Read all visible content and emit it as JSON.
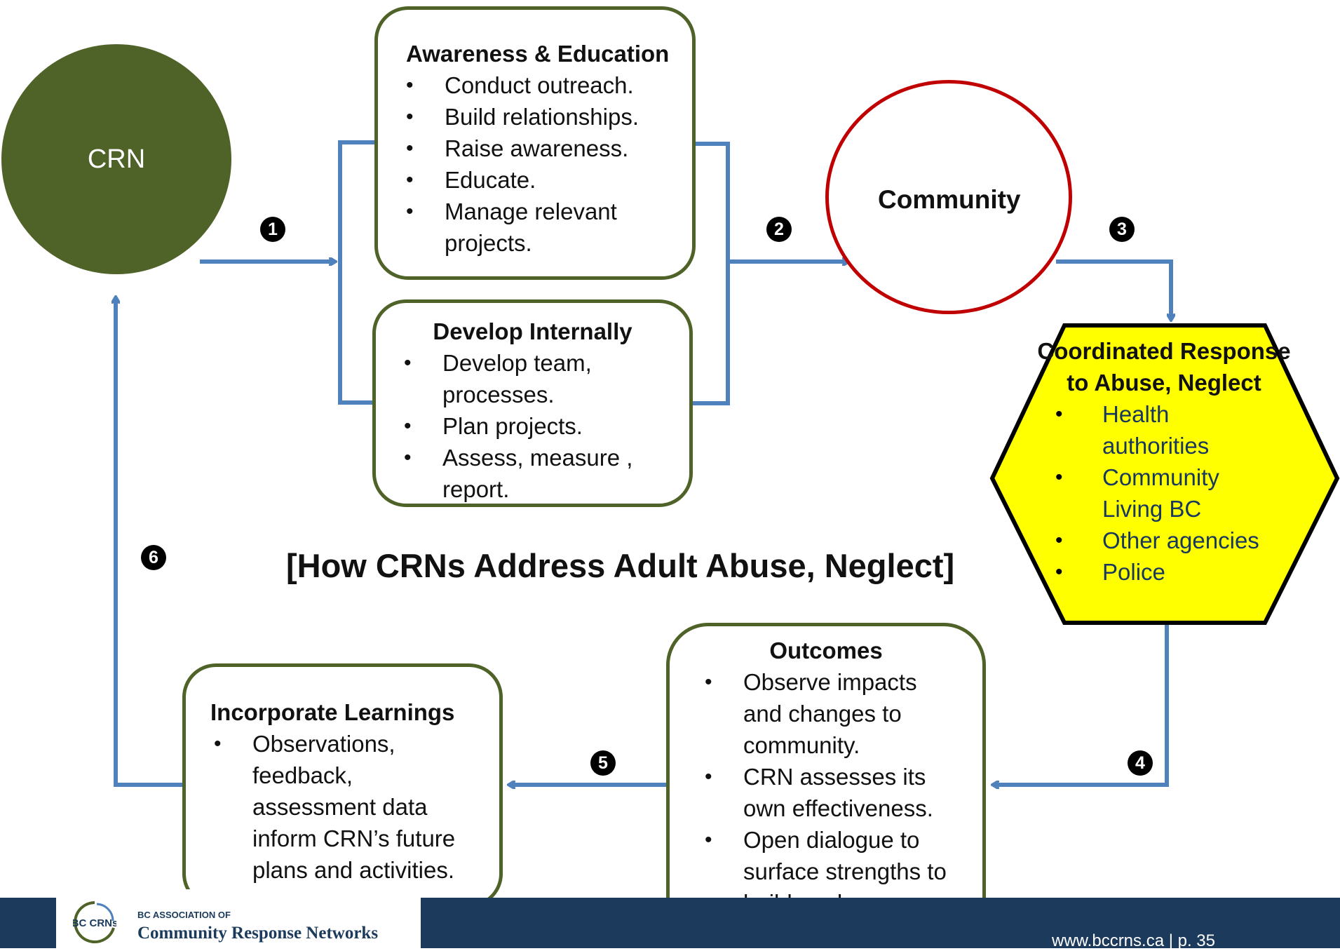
{
  "colors": {
    "arrow": "#4f81bd",
    "box_border": "#4f6228",
    "crn_fill": "#4f6228",
    "community_border": "#c00000",
    "hexagon_fill": "#ffff00",
    "footer": "#1b3a5c"
  },
  "title": "[How CRNs Address Adult Abuse, Neglect]",
  "crn": {
    "label": "CRN"
  },
  "community": {
    "label": "Community"
  },
  "awareness": {
    "title": "Awareness & Education",
    "items": [
      "Conduct outreach.",
      "Build relationships.",
      "Raise awareness.",
      "Educate.",
      "Manage relevant projects."
    ]
  },
  "develop": {
    "title": "Develop Internally",
    "items": [
      "Develop team, processes.",
      "Plan projects.",
      "Assess, measure , report."
    ]
  },
  "coordinated": {
    "title": "Coordinated Response to Abuse, Neglect",
    "items": [
      "Health authorities",
      "Community Living BC",
      "Other agencies",
      "Police"
    ]
  },
  "outcomes": {
    "title": "Outcomes",
    "items": [
      "Observe impacts and changes to community.",
      "CRN assesses its own effectiveness.",
      "Open dialogue to surface strengths to build on, lessons learned."
    ]
  },
  "learnings": {
    "title": "Incorporate Learnings",
    "items": [
      "Observations, feedback, assessment data inform CRN’s future plans and activities."
    ]
  },
  "steps": [
    "1",
    "2",
    "3",
    "4",
    "5",
    "6"
  ],
  "footer": {
    "logo_mark": "BC CRNs",
    "logo_small": "BC ASSOCIATION OF",
    "logo_big": "Community Response Networks",
    "page_ref": "www.bccrns.ca | p. 35"
  }
}
